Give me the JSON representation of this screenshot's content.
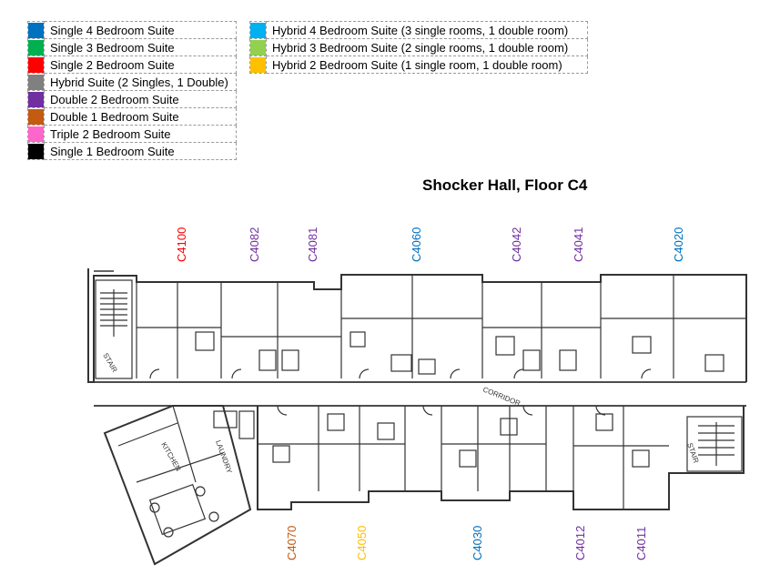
{
  "legend": {
    "left": [
      {
        "label": "Single 4 Bedroom Suite",
        "color": "#0070c0"
      },
      {
        "label": "Single 3 Bedroom Suite",
        "color": "#00b050"
      },
      {
        "label": "Single 2 Bedroom Suite",
        "color": "#ff0000"
      },
      {
        "label": "Hybrid Suite (2 Singles, 1 Double)",
        "color": "#808080"
      },
      {
        "label": "Double 2 Bedroom Suite",
        "color": "#7030a0"
      },
      {
        "label": "Double 1 Bedroom Suite",
        "color": "#c55a11"
      },
      {
        "label": "Triple 2 Bedroom Suite",
        "color": "#ff66cc"
      },
      {
        "label": "Single 1 Bedroom Suite",
        "color": "#000000"
      }
    ],
    "right": [
      {
        "label": "Hybrid 4 Bedroom Suite (3 single rooms, 1 double room)",
        "color": "#00b0f0"
      },
      {
        "label": "Hybrid 3 Bedroom Suite (2 single rooms, 1 double room)",
        "color": "#92d050"
      },
      {
        "label": "Hybrid 2 Bedroom Suite (1 single room, 1 double room)",
        "color": "#ffc000"
      }
    ]
  },
  "title": "Shocker Hall, Floor C4",
  "top_suites": [
    {
      "label": "C4100",
      "color": "#ff0000"
    },
    {
      "label": "C4082",
      "color": "#7030a0"
    },
    {
      "label": "C4081",
      "color": "#7030a0"
    },
    {
      "label": "C4060",
      "color": "#0070c0"
    },
    {
      "label": "C4042",
      "color": "#7030a0"
    },
    {
      "label": "C4041",
      "color": "#7030a0"
    },
    {
      "label": "C4020",
      "color": "#0070c0"
    }
  ],
  "bottom_suites": [
    {
      "label": "C4070",
      "color": "#c55a11"
    },
    {
      "label": "C4050",
      "color": "#ffc000"
    },
    {
      "label": "C4030",
      "color": "#0070c0"
    },
    {
      "label": "C4012",
      "color": "#7030a0"
    },
    {
      "label": "C4011",
      "color": "#7030a0"
    }
  ],
  "plan_labels": {
    "stair_left": "STAIR",
    "stair_right": "STAIR",
    "kitchen": "KITCHEN",
    "laundry": "LAUNDRY",
    "corridor": "CORRIDOR"
  }
}
